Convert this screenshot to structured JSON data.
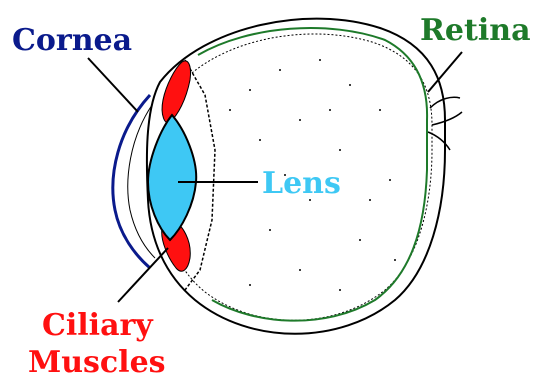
{
  "diagram": {
    "labels": {
      "cornea": "Cornea",
      "retina": "Retina",
      "lens": "Lens",
      "ciliary_line1": "Ciliary",
      "ciliary_line2": "Muscles"
    },
    "colors": {
      "cornea": "#0a1a8c",
      "retina": "#1e7a2a",
      "lens": "#3ec8f4",
      "ciliary": "#ff1010",
      "outline": "#000000",
      "background": "#ffffff"
    }
  }
}
